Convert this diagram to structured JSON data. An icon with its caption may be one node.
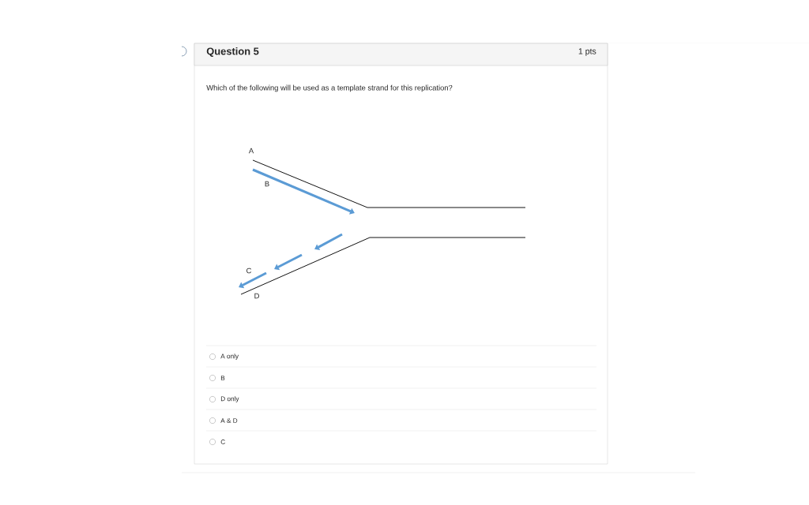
{
  "diagram": {
    "title": "Question 5",
    "labels": [
      "1 pts",
      "Which of the following will be used as a template strand for this replication?",
      "A",
      "B",
      "C",
      "D",
      "A only",
      "B",
      "D only",
      "A & D",
      "C"
    ]
  }
}
